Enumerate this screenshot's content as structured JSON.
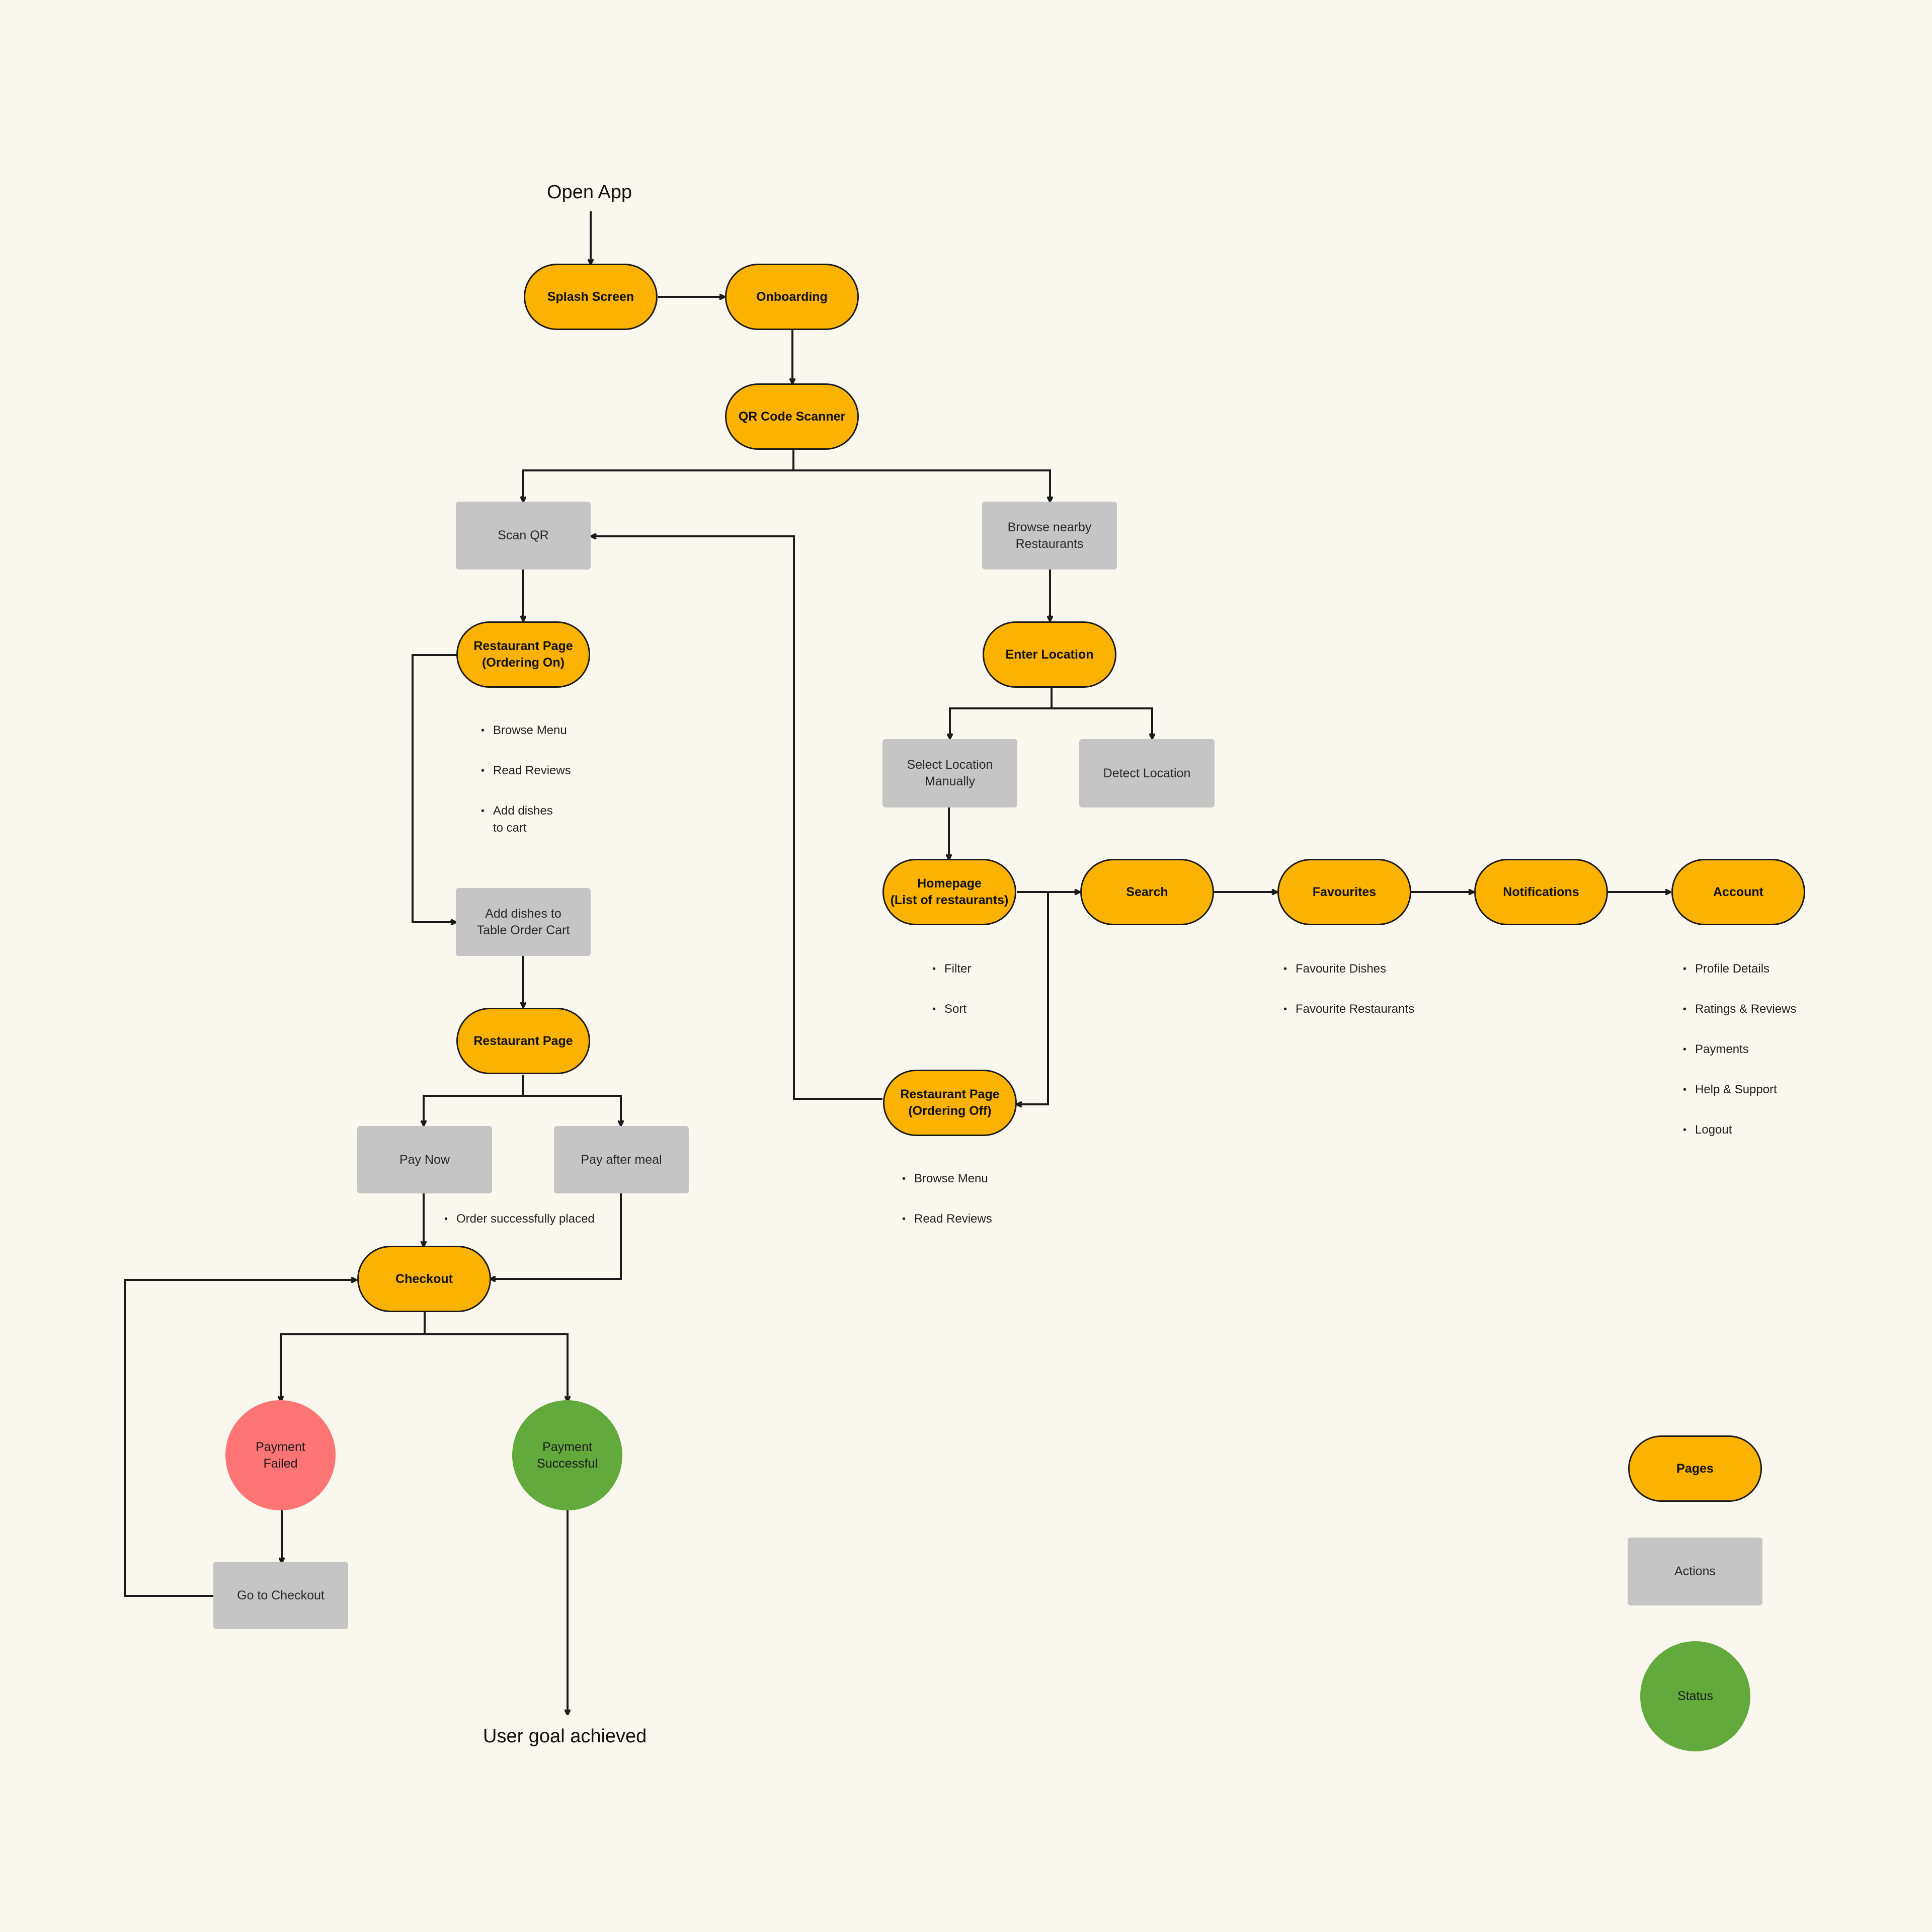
{
  "headings": {
    "open_app": "Open App",
    "user_goal": "User goal achieved"
  },
  "colors": {
    "background": "#FAF8EE",
    "page": "#FBB200",
    "action": "#C5C5C5",
    "status_success": "#62AA3C",
    "status_failed": "#FF7575",
    "line": "#1a1a1a"
  },
  "nodes": {
    "splash": "Splash Screen",
    "onboarding": "Onboarding",
    "qr_scanner": "QR Code Scanner",
    "scan_qr": "Scan QR",
    "browse_nearby": "Browse nearby\nRestaurants",
    "rp_on": "Restaurant Page\n(Ordering On)",
    "enter_location": "Enter Location",
    "select_location": "Select Location\nManually",
    "detect_location": "Detect Location",
    "homepage": "Homepage\n(List of restaurants)",
    "search": "Search",
    "favourites": "Favourites",
    "notifications": "Notifications",
    "account": "Account",
    "add_dishes": "Add dishes to\nTable Order Cart",
    "restaurant_page": "Restaurant Page",
    "rp_off": "Restaurant Page\n(Ordering Off)",
    "pay_now": "Pay Now",
    "pay_after": "Pay after meal",
    "checkout": "Checkout",
    "payment_failed": "Payment\nFailed",
    "payment_success": "Payment\nSuccessful",
    "go_checkout": "Go to Checkout"
  },
  "notes": {
    "rp_on": [
      "Browse Menu",
      "Read Reviews",
      "Add dishes\n to cart"
    ],
    "homepage": [
      "Filter",
      "Sort"
    ],
    "favourites": [
      "Favourite Dishes",
      "Favourite Restaurants"
    ],
    "account": [
      "Profile Details",
      "Ratings & Reviews",
      "Payments",
      "Help & Support",
      "Logout"
    ],
    "rp_off": [
      "Browse Menu",
      "Read Reviews"
    ],
    "pay_now": [
      "Order successfully placed"
    ]
  },
  "legend": {
    "pages": "Pages",
    "actions": "Actions",
    "status": "Status"
  }
}
